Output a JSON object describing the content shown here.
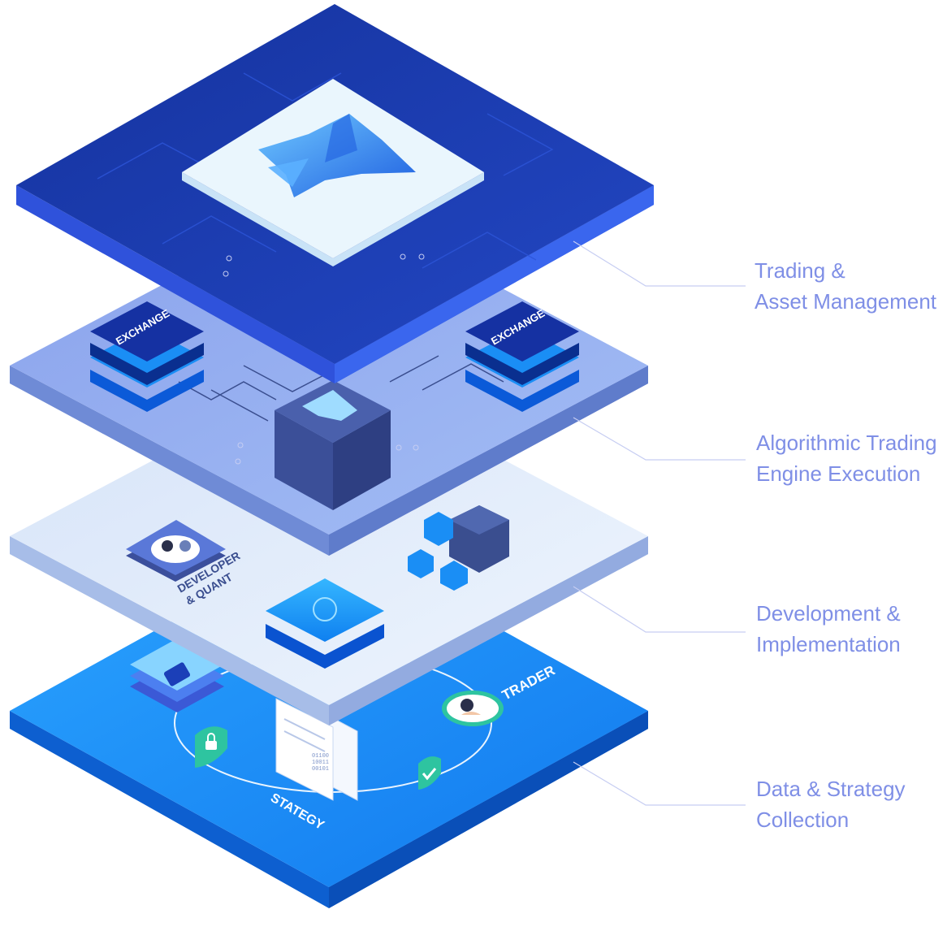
{
  "layers": [
    {
      "line1": "Trading &",
      "line2": "Asset Management"
    },
    {
      "line1": "Algorithmic Trading",
      "line2": "Engine Execution"
    },
    {
      "line1": "Development &",
      "line2": "Implementation"
    },
    {
      "line1": "Data & Strategy",
      "line2": "Collection"
    }
  ],
  "tiles": {
    "exchange_left": "EXCHANGE",
    "exchange_right": "EXCHANGE",
    "developer_line1": "DEVELOPER",
    "developer_line2": "& QUANT",
    "trader": "TRADER",
    "strategy": "STATEGY",
    "doc_digits": [
      "01100",
      "10011",
      "00101"
    ]
  },
  "colors": {
    "label_text": "#7f8fe6",
    "connector": "#c6cdf2",
    "layer_top": "#1e3fb3",
    "layer_engine": "#94aef0",
    "layer_dev": "#dde9fb",
    "layer_data": "#1a8ef5"
  }
}
